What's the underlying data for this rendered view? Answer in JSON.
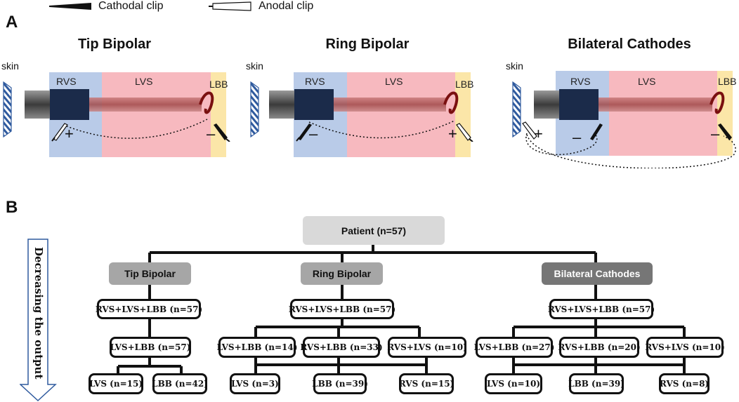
{
  "panel_a": {
    "letter": "A",
    "legend": {
      "cathodal": "Cathodal clip",
      "anodal": "Anodal clip"
    },
    "modes": [
      {
        "title": "Tip Bipolar",
        "skin": "skin",
        "rvs": "RVS",
        "lvs": "LVS",
        "lbb": "LBB",
        "left_sign": "+",
        "right_sign": "–"
      },
      {
        "title": "Ring Bipolar",
        "skin": "skin",
        "rvs": "RVS",
        "lvs": "LVS",
        "lbb": "LBB",
        "left_sign": "–",
        "right_sign": "+"
      },
      {
        "title": "Bilateral Cathodes",
        "skin": "skin",
        "rvs": "RVS",
        "lvs": "LVS",
        "lbb": "LBB",
        "skin_sign": "+",
        "left_sign": "–",
        "right_sign": "–"
      }
    ],
    "colors": {
      "rvs_bg": "#b9cbe8",
      "lvs_bg": "#f7b9bf",
      "lbb_bg": "#fbe6a8",
      "skin_hatch": "#2f5a9e"
    }
  },
  "panel_b": {
    "letter": "B",
    "arrow_label": "Decreasing the output",
    "root": "Patient (n=57)",
    "branches": [
      {
        "label": "Tip Bipolar",
        "level1": "RVS+LVS+LBB (n=57)",
        "level2": [
          "LVS+LBB (n=57)"
        ],
        "level3": [
          "LVS (n=15)",
          "LBB (n=42)"
        ]
      },
      {
        "label": "Ring Bipolar",
        "level1": "RVS+LVS+LBB (n=57)",
        "level2": [
          "LVS+LBB (n=14)",
          "RVS+LBB (n=33)",
          "RVS+LVS (n=10)"
        ],
        "level3": [
          "LVS (n=3)",
          "LBB (n=39)",
          "RVS (n=15)"
        ]
      },
      {
        "label": "Bilateral Cathodes",
        "level1": "RVS+LVS+LBB (n=57)",
        "level2": [
          "LVS+LBB (n=27)",
          "RVS+LBB (n=20)",
          "RVS+LVS (n=10)"
        ],
        "level3": [
          "LVS (n=10)",
          "LBB (n=39)",
          "RVS (n=8)"
        ]
      }
    ],
    "colors": {
      "root_bg": "#d9d9d9",
      "cat_bg_light": "#a6a6a6",
      "cat_bg_dark": "#767676"
    }
  }
}
